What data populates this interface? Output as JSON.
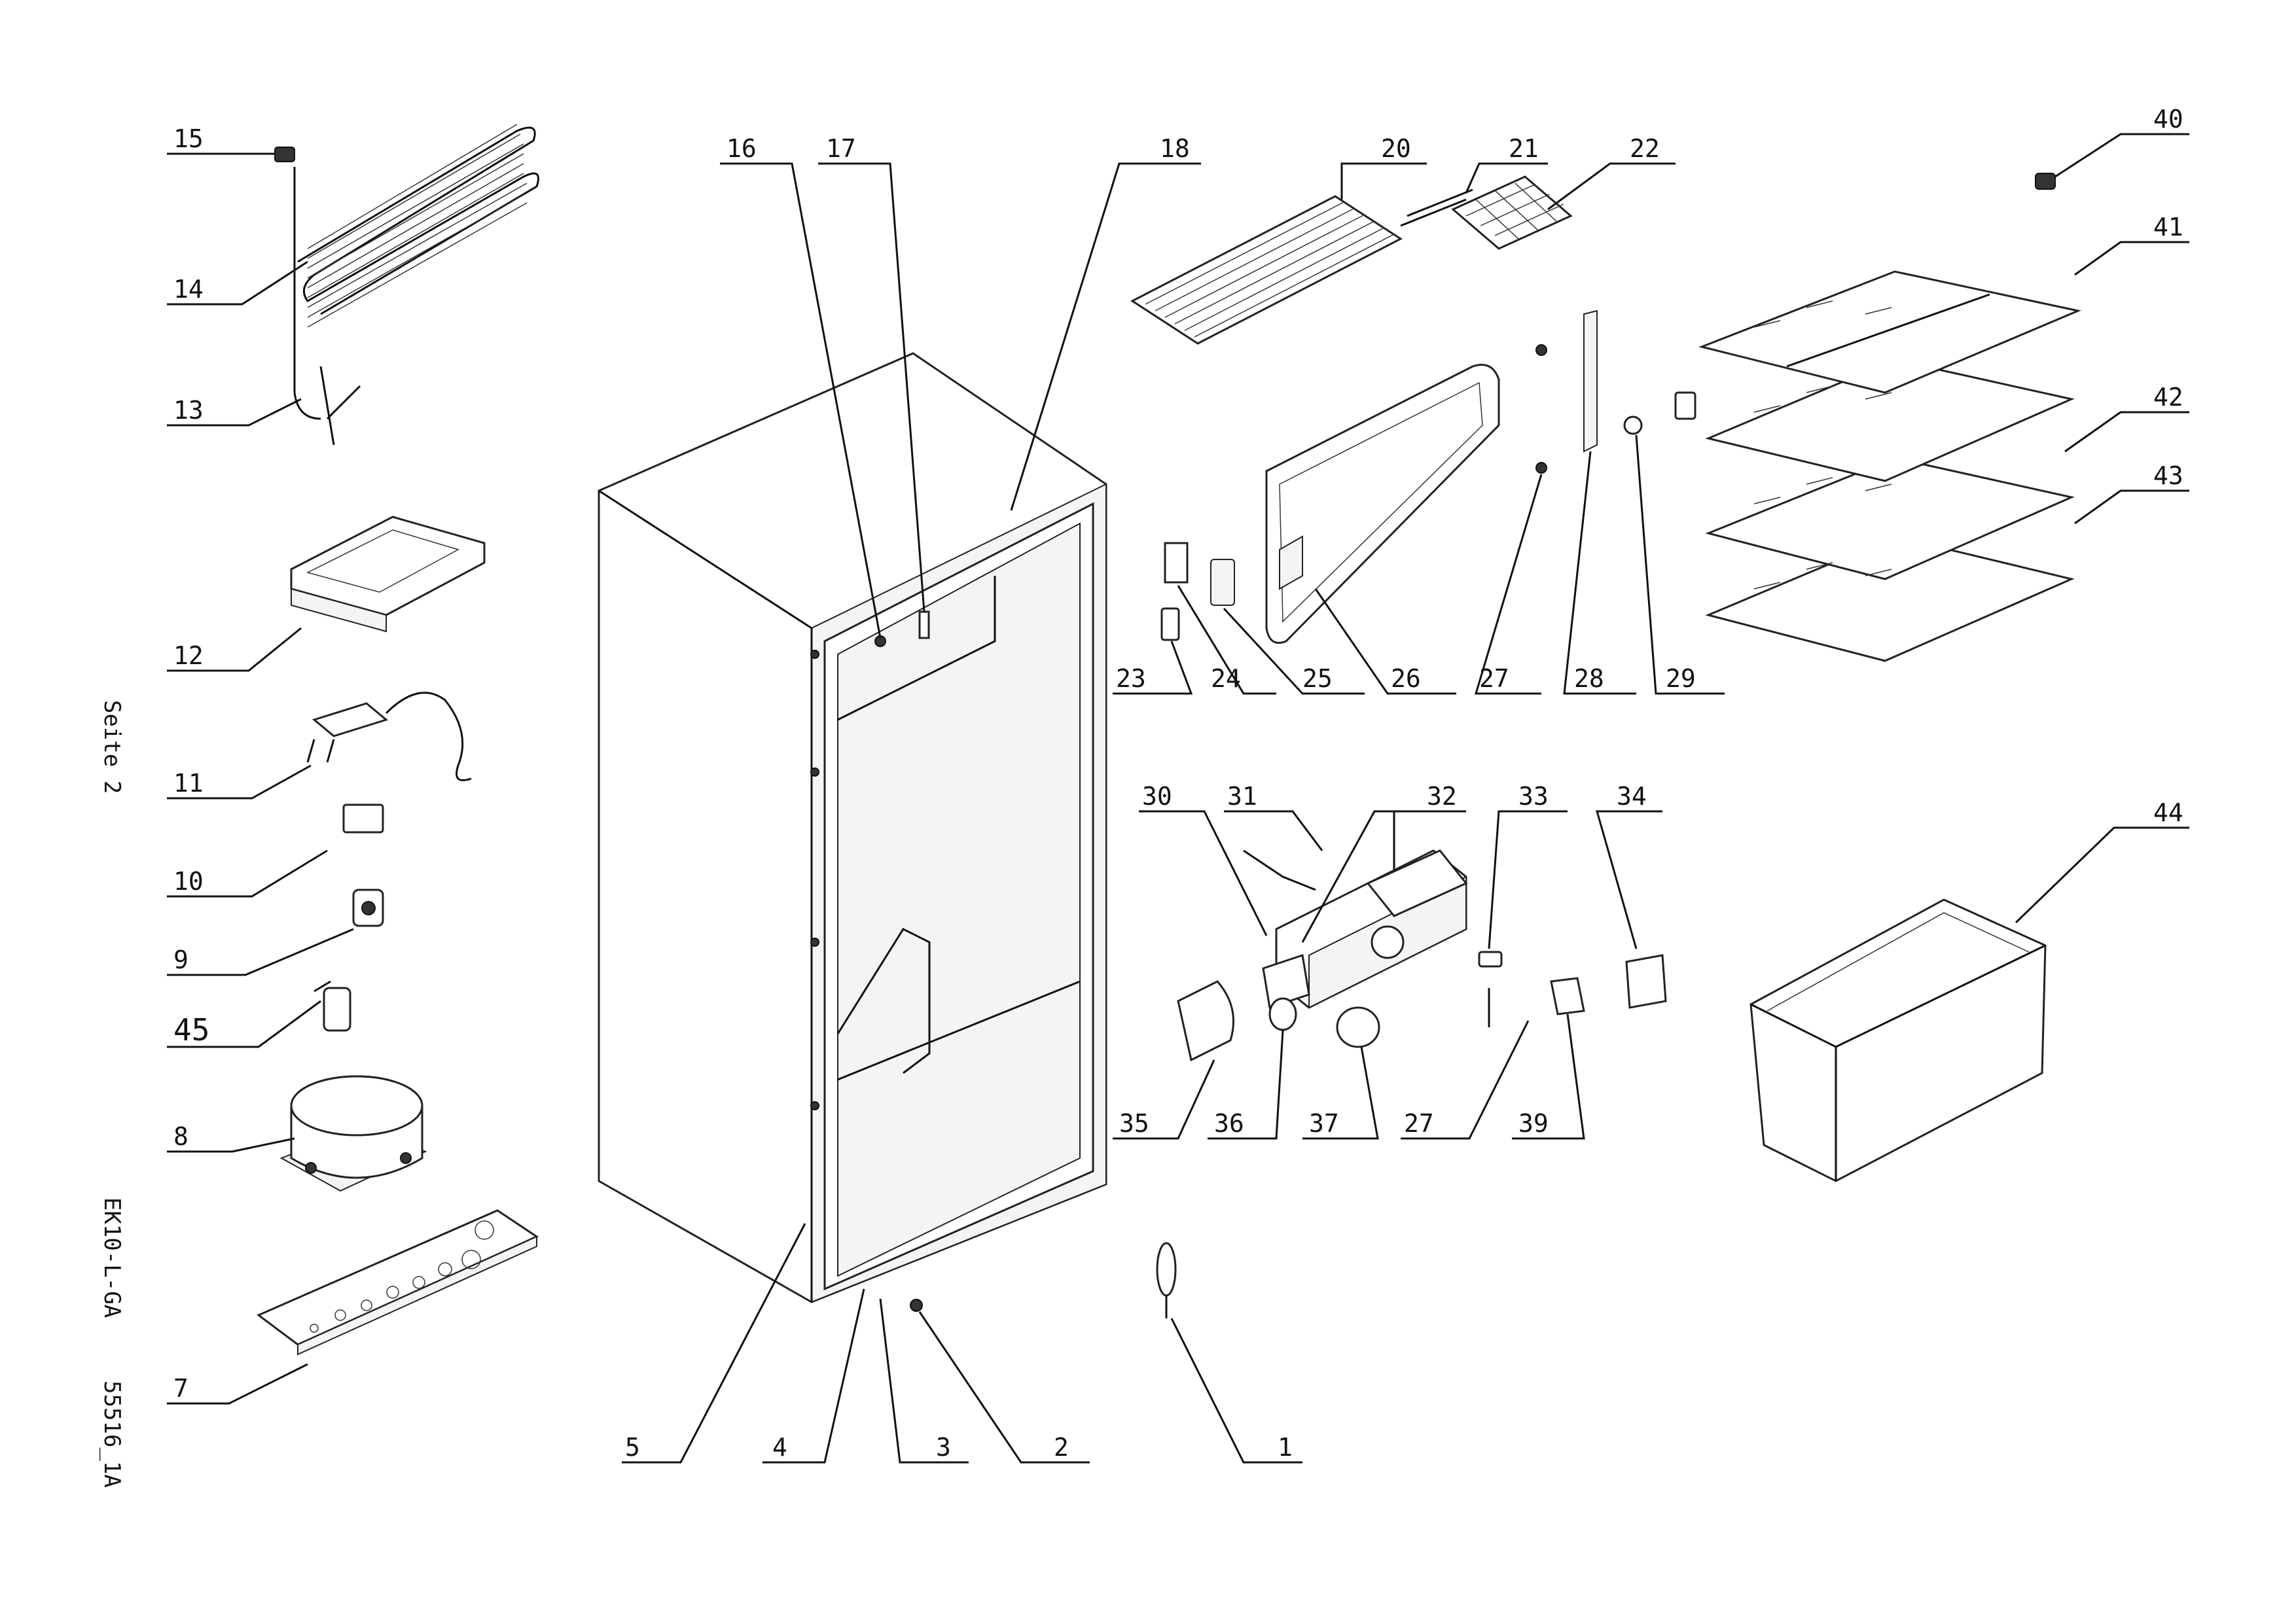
{
  "labels": {
    "l1": "1",
    "l2": "2",
    "l3": "3",
    "l4": "4",
    "l5": "5",
    "l7": "7",
    "l8": "8",
    "l9": "9",
    "l10": "10",
    "l11": "11",
    "l12": "12",
    "l13": "13",
    "l14": "14",
    "l15": "15",
    "l16": "16",
    "l17": "17",
    "l18": "18",
    "l20": "20",
    "l21": "21",
    "l22": "22",
    "l23": "23",
    "l24": "24",
    "l25": "25",
    "l26": "26",
    "l27a": "27",
    "l28": "28",
    "l29": "29",
    "l30": "30",
    "l31": "31",
    "l32": "32",
    "l33": "33",
    "l34": "34",
    "l35": "35",
    "l36": "36",
    "l37": "37",
    "l27b": "27",
    "l39": "39",
    "l40": "40",
    "l41": "41",
    "l42": "42",
    "l43": "43",
    "l44": "44",
    "l45": "45"
  },
  "side_text": {
    "page": "Seite 2",
    "model": "EK10-L-GA",
    "code": "55516_1A"
  }
}
